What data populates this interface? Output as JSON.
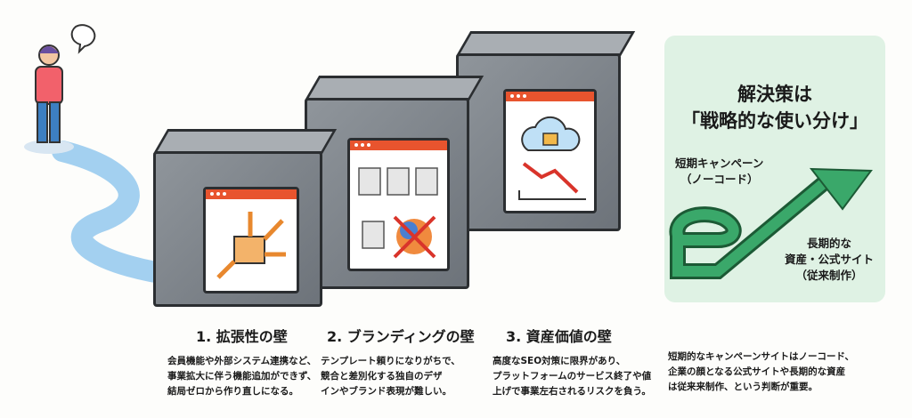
{
  "walls": [
    {
      "title": "1. 拡張性の壁",
      "lines": [
        "会員機能や外部システム連携など、",
        "事業拡大に伴う機能追加ができず、",
        "結局ゼロから作り直しになる。"
      ]
    },
    {
      "title": "2. ブランディングの壁",
      "lines": [
        "テンプレート頼りになりがちで、",
        "競合と差別化する独自のデザ",
        "インやブランド表現が難しい。"
      ]
    },
    {
      "title": "3. 資産価値の壁",
      "lines": [
        "高度なSEO対策に限界があり、",
        "プラットフォームのサービス終了や値",
        "上げで事業左右されるリスクを負う。"
      ]
    }
  ],
  "solution": {
    "title_line1": "解決策は",
    "title_line2": "「戦略的な使い分け」",
    "short_label_1": "短期キャンペーン",
    "short_label_2": "（ノーコード）",
    "long_label_1": "長期的な",
    "long_label_2": "資産・公式サイト",
    "long_label_3": "（従来制作）",
    "lines": [
      "短期的なキャンペーンサイトはノーコード、",
      "企業の顔となる公式サイトや長期的な資産",
      "は従来来制作、という判断が重要。"
    ]
  },
  "colors": {
    "accent": "#e8542e",
    "green": "#2e9e5e",
    "panel": "#dff2e4"
  }
}
